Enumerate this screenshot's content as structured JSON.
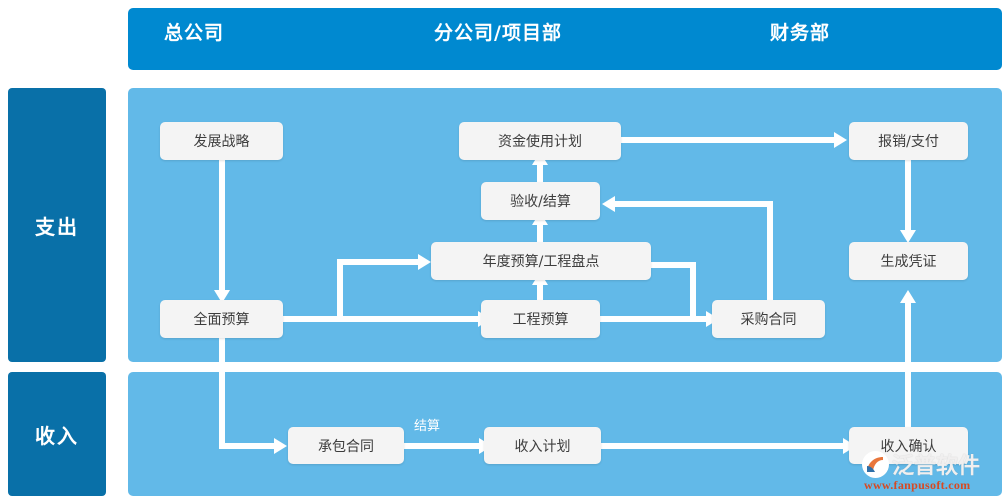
{
  "header": {
    "columns": [
      {
        "label": "总公司"
      },
      {
        "label": "分公司/项目部"
      },
      {
        "label": "财务部"
      }
    ],
    "bar_color": "#0089d0"
  },
  "sidebar": {
    "sections": [
      {
        "label": "支出"
      },
      {
        "label": "收入"
      }
    ],
    "color": "#0970a8"
  },
  "panels": {
    "expense": {
      "background": "#62b9e8"
    },
    "income": {
      "background": "#62b9e8"
    }
  },
  "diagram": {
    "type": "flowchart",
    "box_fill": "#f4f4f4",
    "box_text_color": "#3d3d3d",
    "connector_color": "#ffffff",
    "nodes": [
      {
        "id": "fazhanzhanlue",
        "label": "发展战略",
        "row": "expense",
        "column": "总公司"
      },
      {
        "id": "quanmianyusuan",
        "label": "全面预算",
        "row": "expense",
        "column": "总公司"
      },
      {
        "id": "niandu",
        "label": "年度预算/工程盘点",
        "row": "expense",
        "column": "分公司/项目部"
      },
      {
        "id": "gongchengyusuan",
        "label": "工程预算",
        "row": "expense",
        "column": "分公司/项目部"
      },
      {
        "id": "yanshou",
        "label": "验收/结算",
        "row": "expense",
        "column": "分公司/项目部"
      },
      {
        "id": "zijin",
        "label": "资金使用计划",
        "row": "expense",
        "column": "分公司/项目部"
      },
      {
        "id": "caigou",
        "label": "采购合同",
        "row": "expense",
        "column": "分公司/项目部"
      },
      {
        "id": "baoxiao",
        "label": "报销/支付",
        "row": "expense",
        "column": "财务部"
      },
      {
        "id": "shengcheng",
        "label": "生成凭证",
        "row": "expense",
        "column": "财务部"
      },
      {
        "id": "chengbao",
        "label": "承包合同",
        "row": "income",
        "column": "分公司/项目部"
      },
      {
        "id": "shourujihua",
        "label": "收入计划",
        "row": "income",
        "column": "分公司/项目部"
      },
      {
        "id": "shouruqueren",
        "label": "收入确认",
        "row": "income",
        "column": "财务部"
      }
    ],
    "edges": [
      {
        "from": "fazhanzhanlue",
        "to": "quanmianyusuan",
        "label": ""
      },
      {
        "from": "quanmianyusuan",
        "to": "niandu",
        "label": ""
      },
      {
        "from": "quanmianyusuan",
        "to": "gongchengyusuan",
        "label": ""
      },
      {
        "from": "quanmianyusuan",
        "to": "chengbao",
        "label": ""
      },
      {
        "from": "gongchengyusuan",
        "to": "niandu",
        "label": ""
      },
      {
        "from": "gongchengyusuan",
        "to": "caigou",
        "label": ""
      },
      {
        "from": "niandu",
        "to": "yanshou",
        "label": ""
      },
      {
        "from": "niandu",
        "to": "caigou",
        "label": ""
      },
      {
        "from": "yanshou",
        "to": "zijin",
        "label": ""
      },
      {
        "from": "caigou",
        "to": "yanshou",
        "label": ""
      },
      {
        "from": "zijin",
        "to": "baoxiao",
        "label": ""
      },
      {
        "from": "baoxiao",
        "to": "shengcheng",
        "label": ""
      },
      {
        "from": "chengbao",
        "to": "shourujihua",
        "label": "结算"
      },
      {
        "from": "shourujihua",
        "to": "shouruqueren",
        "label": ""
      },
      {
        "from": "shouruqueren",
        "to": "shengcheng",
        "label": ""
      }
    ],
    "edge_labels": [
      {
        "id": "jiesuan",
        "text": "结算"
      }
    ]
  },
  "watermark": {
    "brand": "泛普软件",
    "url": "www.fanpusoft.com",
    "url_color": "#d64a23"
  }
}
